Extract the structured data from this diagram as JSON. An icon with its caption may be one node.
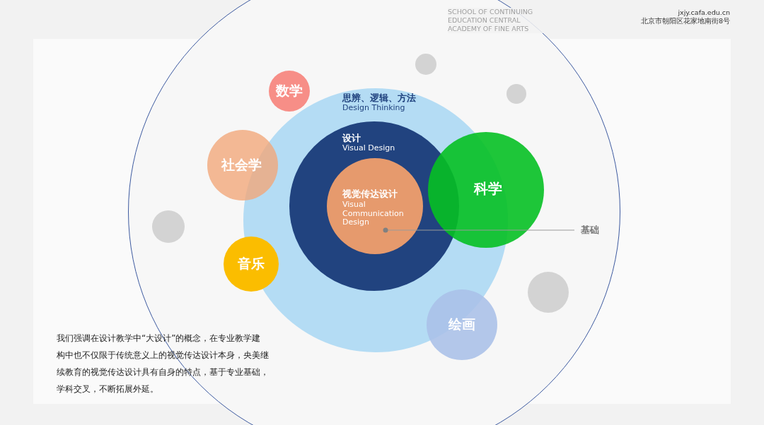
{
  "diagram": {
    "nodes": [
      {
        "text": [],
        "shape": "circle"
      },
      {
        "text": [],
        "shape": "circle",
        "in": 0
      },
      {
        "text": [
          "数学"
        ],
        "in": 0
      },
      {
        "text": [],
        "shape": "circle",
        "in": 0
      },
      {
        "text": [
          "思辨、逻辑、方法",
          "Design Thinking"
        ],
        "in": 0
      },
      {
        "text": [
          "设计",
          "Visual Design"
        ],
        "in": 4
      },
      {
        "text": [
          "视觉传达设计",
          "Visual Communication Design"
        ],
        "in": 5
      },
      {
        "text": [
          "社会学"
        ],
        "in": 0
      },
      {
        "text": [
          "科学"
        ],
        "in": 0
      },
      {
        "text": [],
        "shape": "circle",
        "in": 0
      },
      {
        "text": [
          "基础"
        ],
        "in": 0
      },
      {
        "text": [
          "音乐"
        ],
        "in": 0
      },
      {
        "text": [],
        "shape": "circle",
        "in": 0
      },
      {
        "text": [
          "绘画"
        ],
        "in": 0
      }
    ],
    "edges": [
      {
        "from": 10,
        "to": 6,
        "arrow": "other"
      }
    ],
    "labels": [
      "SCHOOL OF CONTINUING EDUCATION CENTRAL ACADEMY OF FINE ARTS",
      "jxjy.cafa.edu.cn",
      "北京市朝阳区花家地南街8号",
      "我们强调在设计教学中“大设计”的概念，在专业教学建构中也不仅限于传统意义上的视觉传达设计本身，央美继续教育的视觉传达设计具有自身的特点，基于专业基础，学科交叉，不断拓展外延。"
    ]
  }
}
